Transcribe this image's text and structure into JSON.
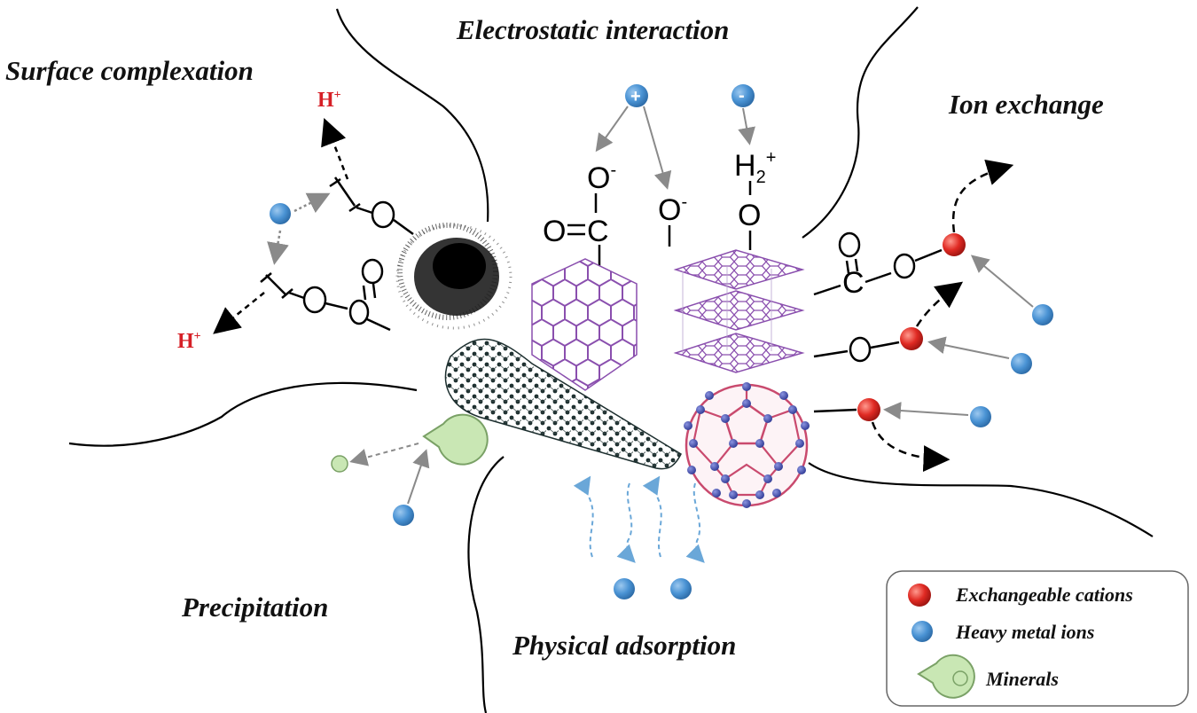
{
  "mechanisms": {
    "surface_complexation": "Surface complexation",
    "electrostatic_interaction": "Electrostatic interaction",
    "ion_exchange": "Ion exchange",
    "precipitation": "Precipitation",
    "physical_adsorption": "Physical adsorption"
  },
  "chem": {
    "h_plus": "H",
    "plus": "+",
    "minus": "-",
    "o": "O",
    "c": "C",
    "h2": "H",
    "sub2": "2"
  },
  "legend": {
    "exchangeable_cations": "Exchangeable cations",
    "heavy_metal_ions": "Heavy metal ions",
    "minerals": "Minerals"
  },
  "colors": {
    "exchangeable_cation": "#e02a23",
    "heavy_metal_ion": "#3f8fd2",
    "mineral": "#c9e7b4",
    "h_plus": "#d61f26",
    "graphene": "#8a4fae",
    "fullerene_atom": "#3d47a6",
    "fullerene_bond": "#c94a6e"
  }
}
